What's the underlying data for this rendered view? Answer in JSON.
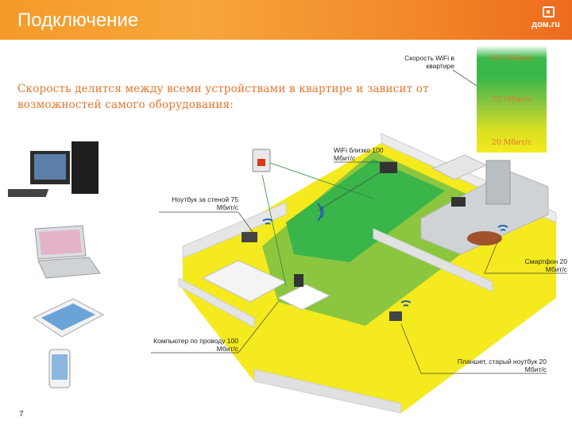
{
  "header": {
    "title": "Подключение",
    "logo_text": "дом.ru",
    "logo_icon": "home-box-icon",
    "accent_color": "#f28a2a"
  },
  "subtitle": "Скорость делится между всеми устройствами в квартире и зависит от возможностей самого оборудования:",
  "speed_scale": {
    "caption": "Скорость WiFi в квартире",
    "levels": [
      "100 Мбит/с",
      "75 Мбит/с",
      "20 Мбит/с"
    ],
    "colors": [
      "#3ab94a",
      "#8cc63f",
      "#f3ea1e"
    ]
  },
  "callouts": {
    "wifi_near": "WiFi близко 100 Мбит/с",
    "laptop_wall": "Ноутбук за стеной 75 Мбит/с",
    "smartphone": "Смартфон 20 Мбит/с",
    "computer_wired": "Компьютер по проводу 100 Мбит/с",
    "tablet_old": "Планшет, старый ноутбук 20 Мбит/с"
  },
  "page_number": "7"
}
